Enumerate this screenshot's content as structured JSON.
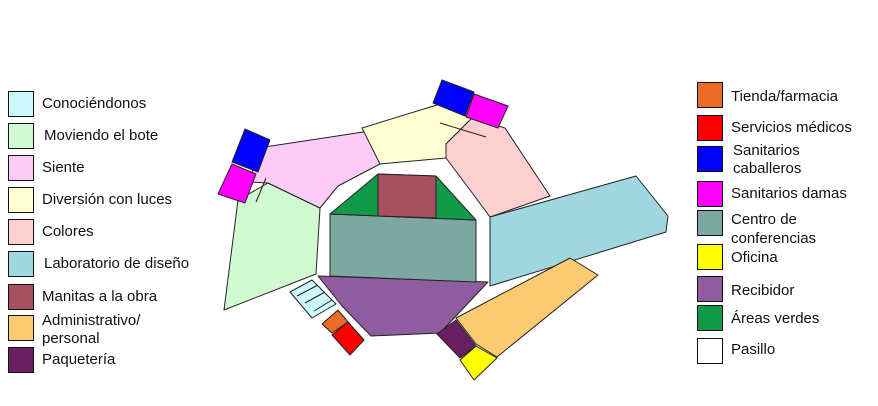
{
  "legend_left": [
    {
      "label": "Conociéndonos",
      "color": "#ccf8fc"
    },
    {
      "label": "Moviendo el bote",
      "color": "#d1f9d2"
    },
    {
      "label": "Siente",
      "color": "#fdcbf8"
    },
    {
      "label": "Diversión con luces",
      "color": "#fefed2"
    },
    {
      "label": "Colores",
      "color": "#fdd0d0"
    },
    {
      "label": "Laboratorio de diseño",
      "color": "#9fd6e0"
    },
    {
      "label": "Manitas a la obra",
      "color": "#a54f5f"
    },
    {
      "label": "Administrativo/\npersonal",
      "color": "#fcca71"
    },
    {
      "label": "Paquetería",
      "color": "#6b1f63"
    }
  ],
  "legend_right": [
    {
      "label": "Tienda/farmacia",
      "color": "#ec6b27"
    },
    {
      "label": "Servicios médicos",
      "color": "#ff0000"
    },
    {
      "label": "Sanitarios\ncaballeros",
      "color": "#0000ff"
    },
    {
      "label": "Sanitarios damas",
      "color": "#ff00ff"
    },
    {
      "label": "Centro de\nconferencias",
      "color": "#7da7a1"
    },
    {
      "label": "Oficina",
      "color": "#ffff00"
    },
    {
      "label": "Recibidor",
      "color": "#905ca0"
    },
    {
      "label": "Áreas verdes",
      "color": "#119a4a"
    },
    {
      "label": "Pasillo",
      "color": "#ffffff"
    }
  ]
}
